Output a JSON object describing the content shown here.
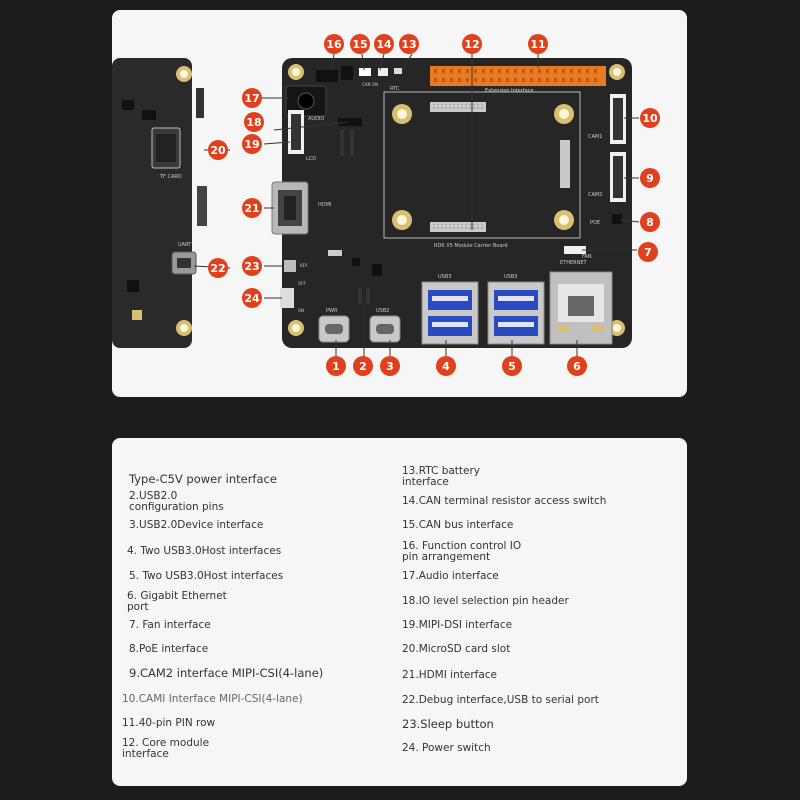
{
  "board": {
    "silk": {
      "audio": "AUDIO",
      "lcd": "LCD",
      "hdmi": "HDMI",
      "rtc": "RTC",
      "extension": "Extension Interface",
      "cam1": "CAM1",
      "cam2": "CAM2",
      "poe": "POE",
      "fan": "FAN",
      "ethernet": "ETHERNET",
      "usb3a": "USB3",
      "usb3b": "USB3",
      "usb2": "USB2",
      "pwr": "PWR",
      "on": "ON",
      "off": "OFF",
      "key": "KEY",
      "module": "RDK X5 Module Carrier Board",
      "tf_card": "TF CARD",
      "uart": "UART",
      "can_on": "CAN ON"
    },
    "callouts": [
      "1",
      "2",
      "3",
      "4",
      "5",
      "6",
      "7",
      "8",
      "9",
      "10",
      "11",
      "12",
      "13",
      "14",
      "15",
      "16",
      "17",
      "18",
      "19",
      "20",
      "21",
      "22",
      "23",
      "24"
    ],
    "badge_color": "#e0401c"
  },
  "legend": {
    "left": [
      "Type-C5V power interface",
      "2.USB2.0 configuration pins",
      "3.USB2.0Device interface",
      "4. Two USB3.0Host interfaces",
      "5. Two USB3.0Host interfaces",
      "6. Gigabit Ethernet port",
      "7. Fan interface",
      "8.PoE interface",
      "9.CAM2 interface MIPI-CSI(4-lane)",
      "10.CAMI Interface MIPI-CSI(4-lane)",
      "11.40-pin PIN row",
      "12. Core module interface"
    ],
    "right": [
      "13.RTC battery interface",
      "14.CAN terminal resistor access switch",
      "15.CAN bus interface",
      "16. Function control IO pin arrangement",
      "17.Audio interface",
      "18.IO level selection pin header",
      "19.MIPI-DSI interface",
      "20.MicroSD card slot",
      "21.HDMI interface",
      "22.Debug interface,USB to serial port",
      "23.Sleep button",
      "24. Power switch"
    ]
  }
}
